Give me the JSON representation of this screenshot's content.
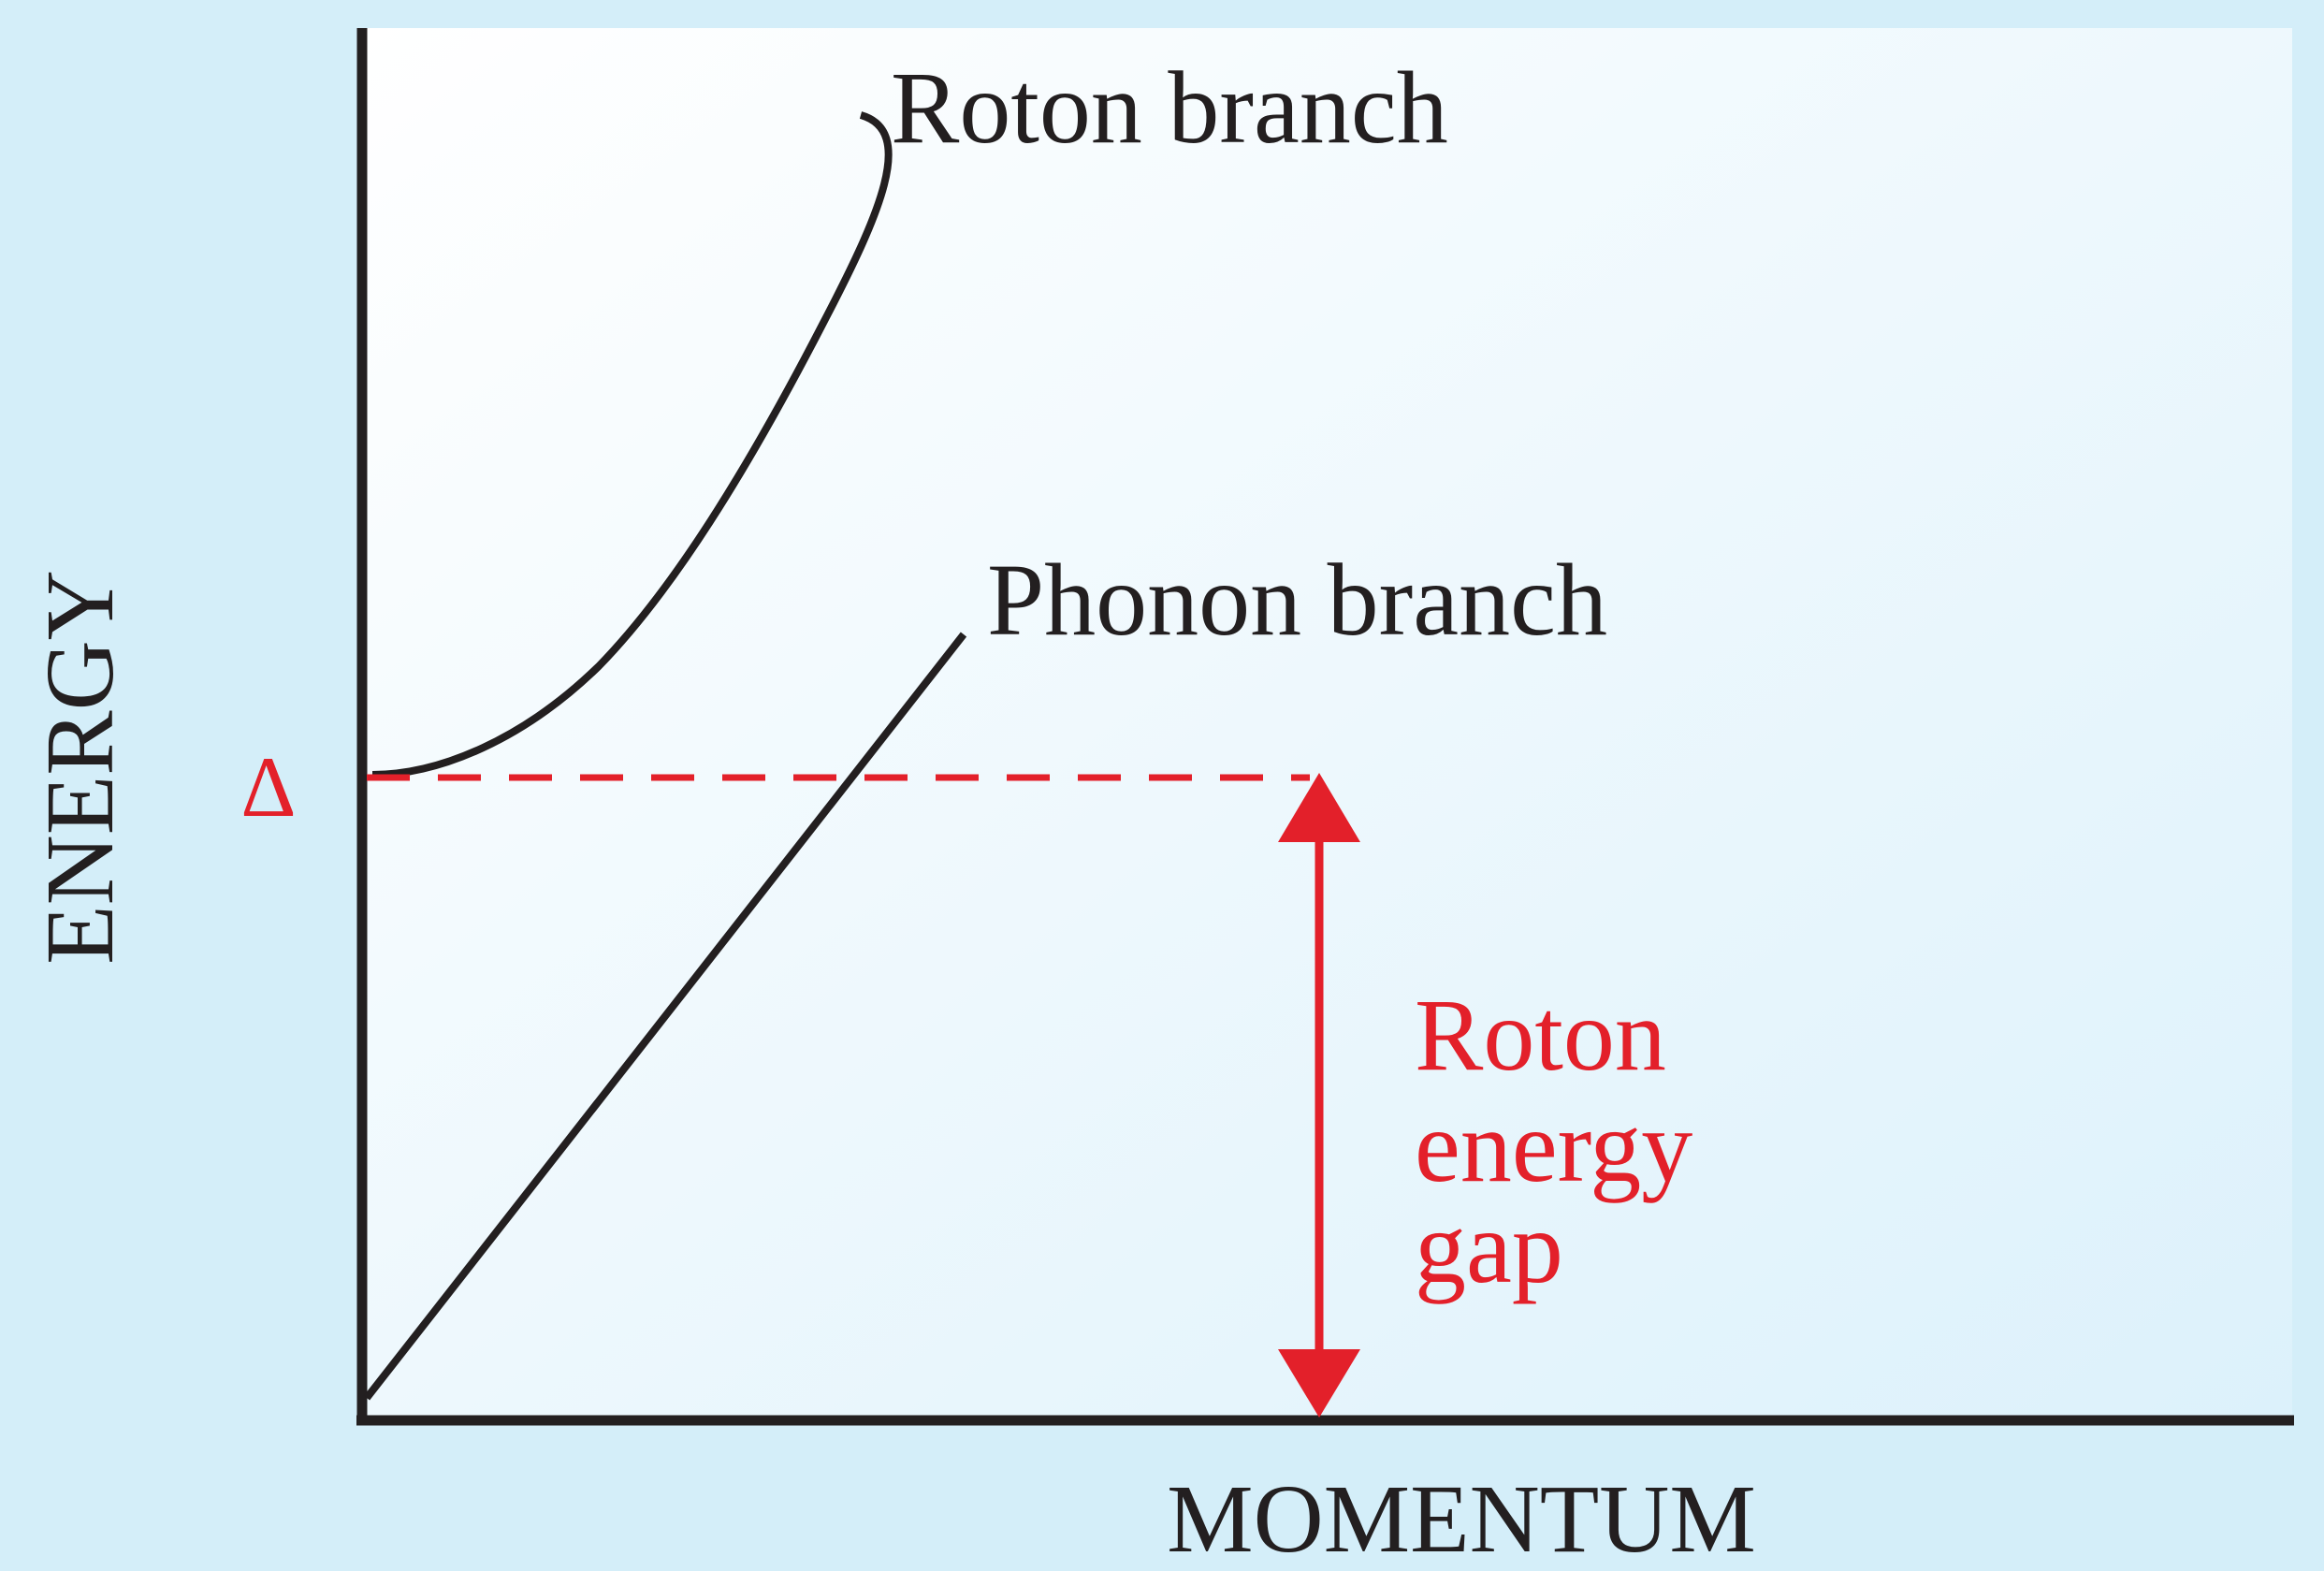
{
  "diagram": {
    "axes": {
      "y_label": "ENERGY",
      "x_label": "MOMENTUM"
    },
    "gap_symbol": "Δ",
    "curves": {
      "roton_label": "Roton branch",
      "phonon_label": "Phonon branch"
    },
    "gap_annotation": {
      "line1": "Roton",
      "line2": "energy",
      "line3": "gap"
    },
    "colors": {
      "background": "#d4eef9",
      "plot_gradient_start": "#ffffff",
      "plot_gradient_end": "#dcf1fb",
      "ink": "#231f20",
      "accent_red": "#e3202a"
    }
  }
}
